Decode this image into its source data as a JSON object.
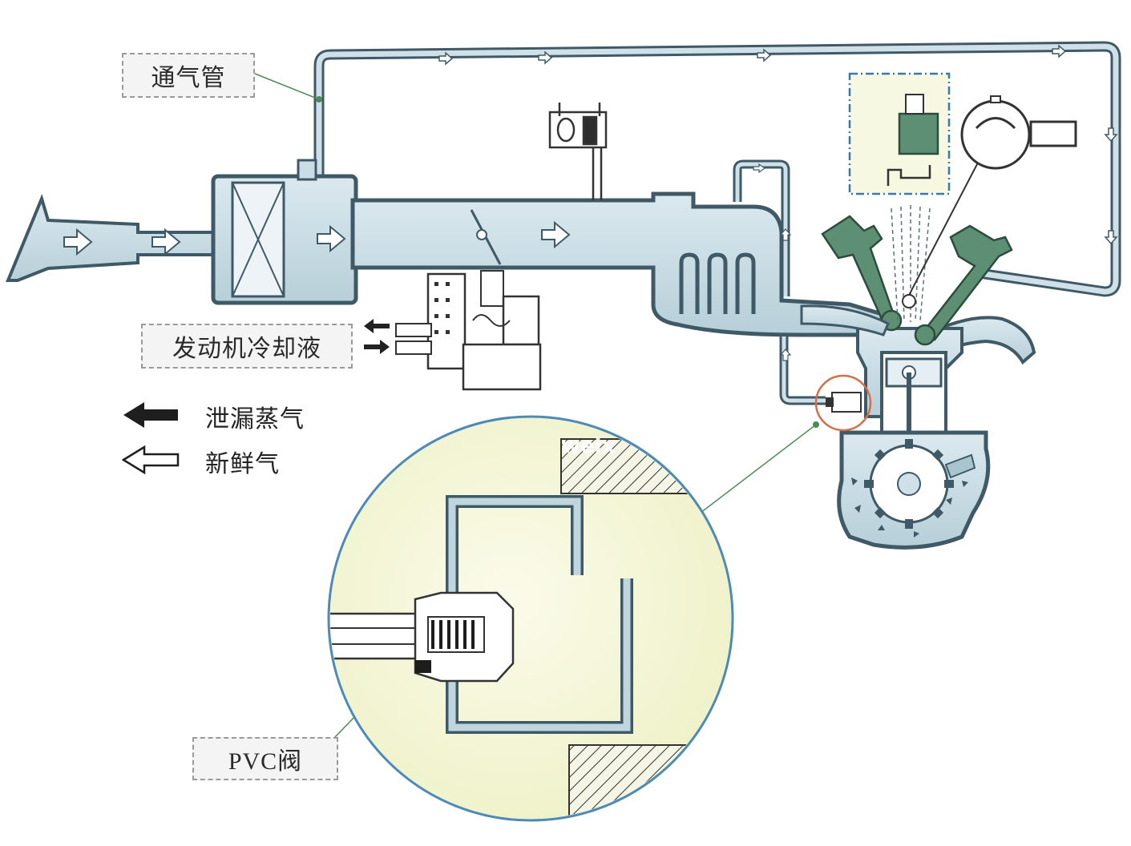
{
  "labels": {
    "breather_pipe": "通气管",
    "engine_coolant": "发动机冷却液",
    "pvc_valve": "PVC阀"
  },
  "legend": [
    {
      "symbol": "filled-arrow-icon",
      "text": "泄漏蒸气"
    },
    {
      "symbol": "outline-arrow-icon",
      "text": "新鲜气"
    }
  ],
  "watermark": "weix",
  "colors": {
    "duct_fill": "#c9dde6",
    "duct_stroke": "#3f5a66",
    "engine_part_green": "#4f8a6a",
    "detail_circle_fill": "#f6f7de",
    "detail_circle_stroke": "#4d8ab8",
    "highlight_circle": "#d2704a",
    "leader_line": "#4e8a55",
    "dash_box": "#3a78b0"
  }
}
